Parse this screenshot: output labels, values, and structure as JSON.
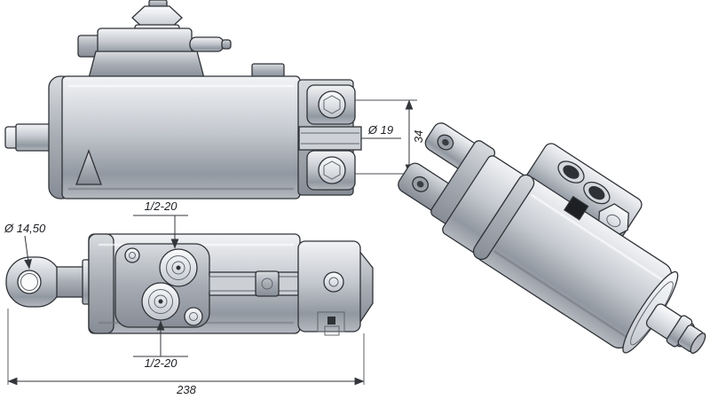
{
  "colors": {
    "background": "#ffffff",
    "outline": "#2f3237",
    "metal_light": "#f2f3f5",
    "metal_mid": "#c5c9cf",
    "metal_dark": "#9198a1",
    "port_bore": "#2e3135",
    "dimension_line": "#33363b",
    "dimension_text": "#1c1e21"
  },
  "views": {
    "side": {
      "dimensions": {
        "pin_hole_diameter": "Ø 19",
        "clevis_width": "34"
      }
    },
    "plan": {
      "dimensions": {
        "eye_diameter": "Ø 14,50",
        "port_top_thread": "1/2-20",
        "port_bottom_thread": "1/2-20",
        "overall_length": "238"
      }
    }
  }
}
